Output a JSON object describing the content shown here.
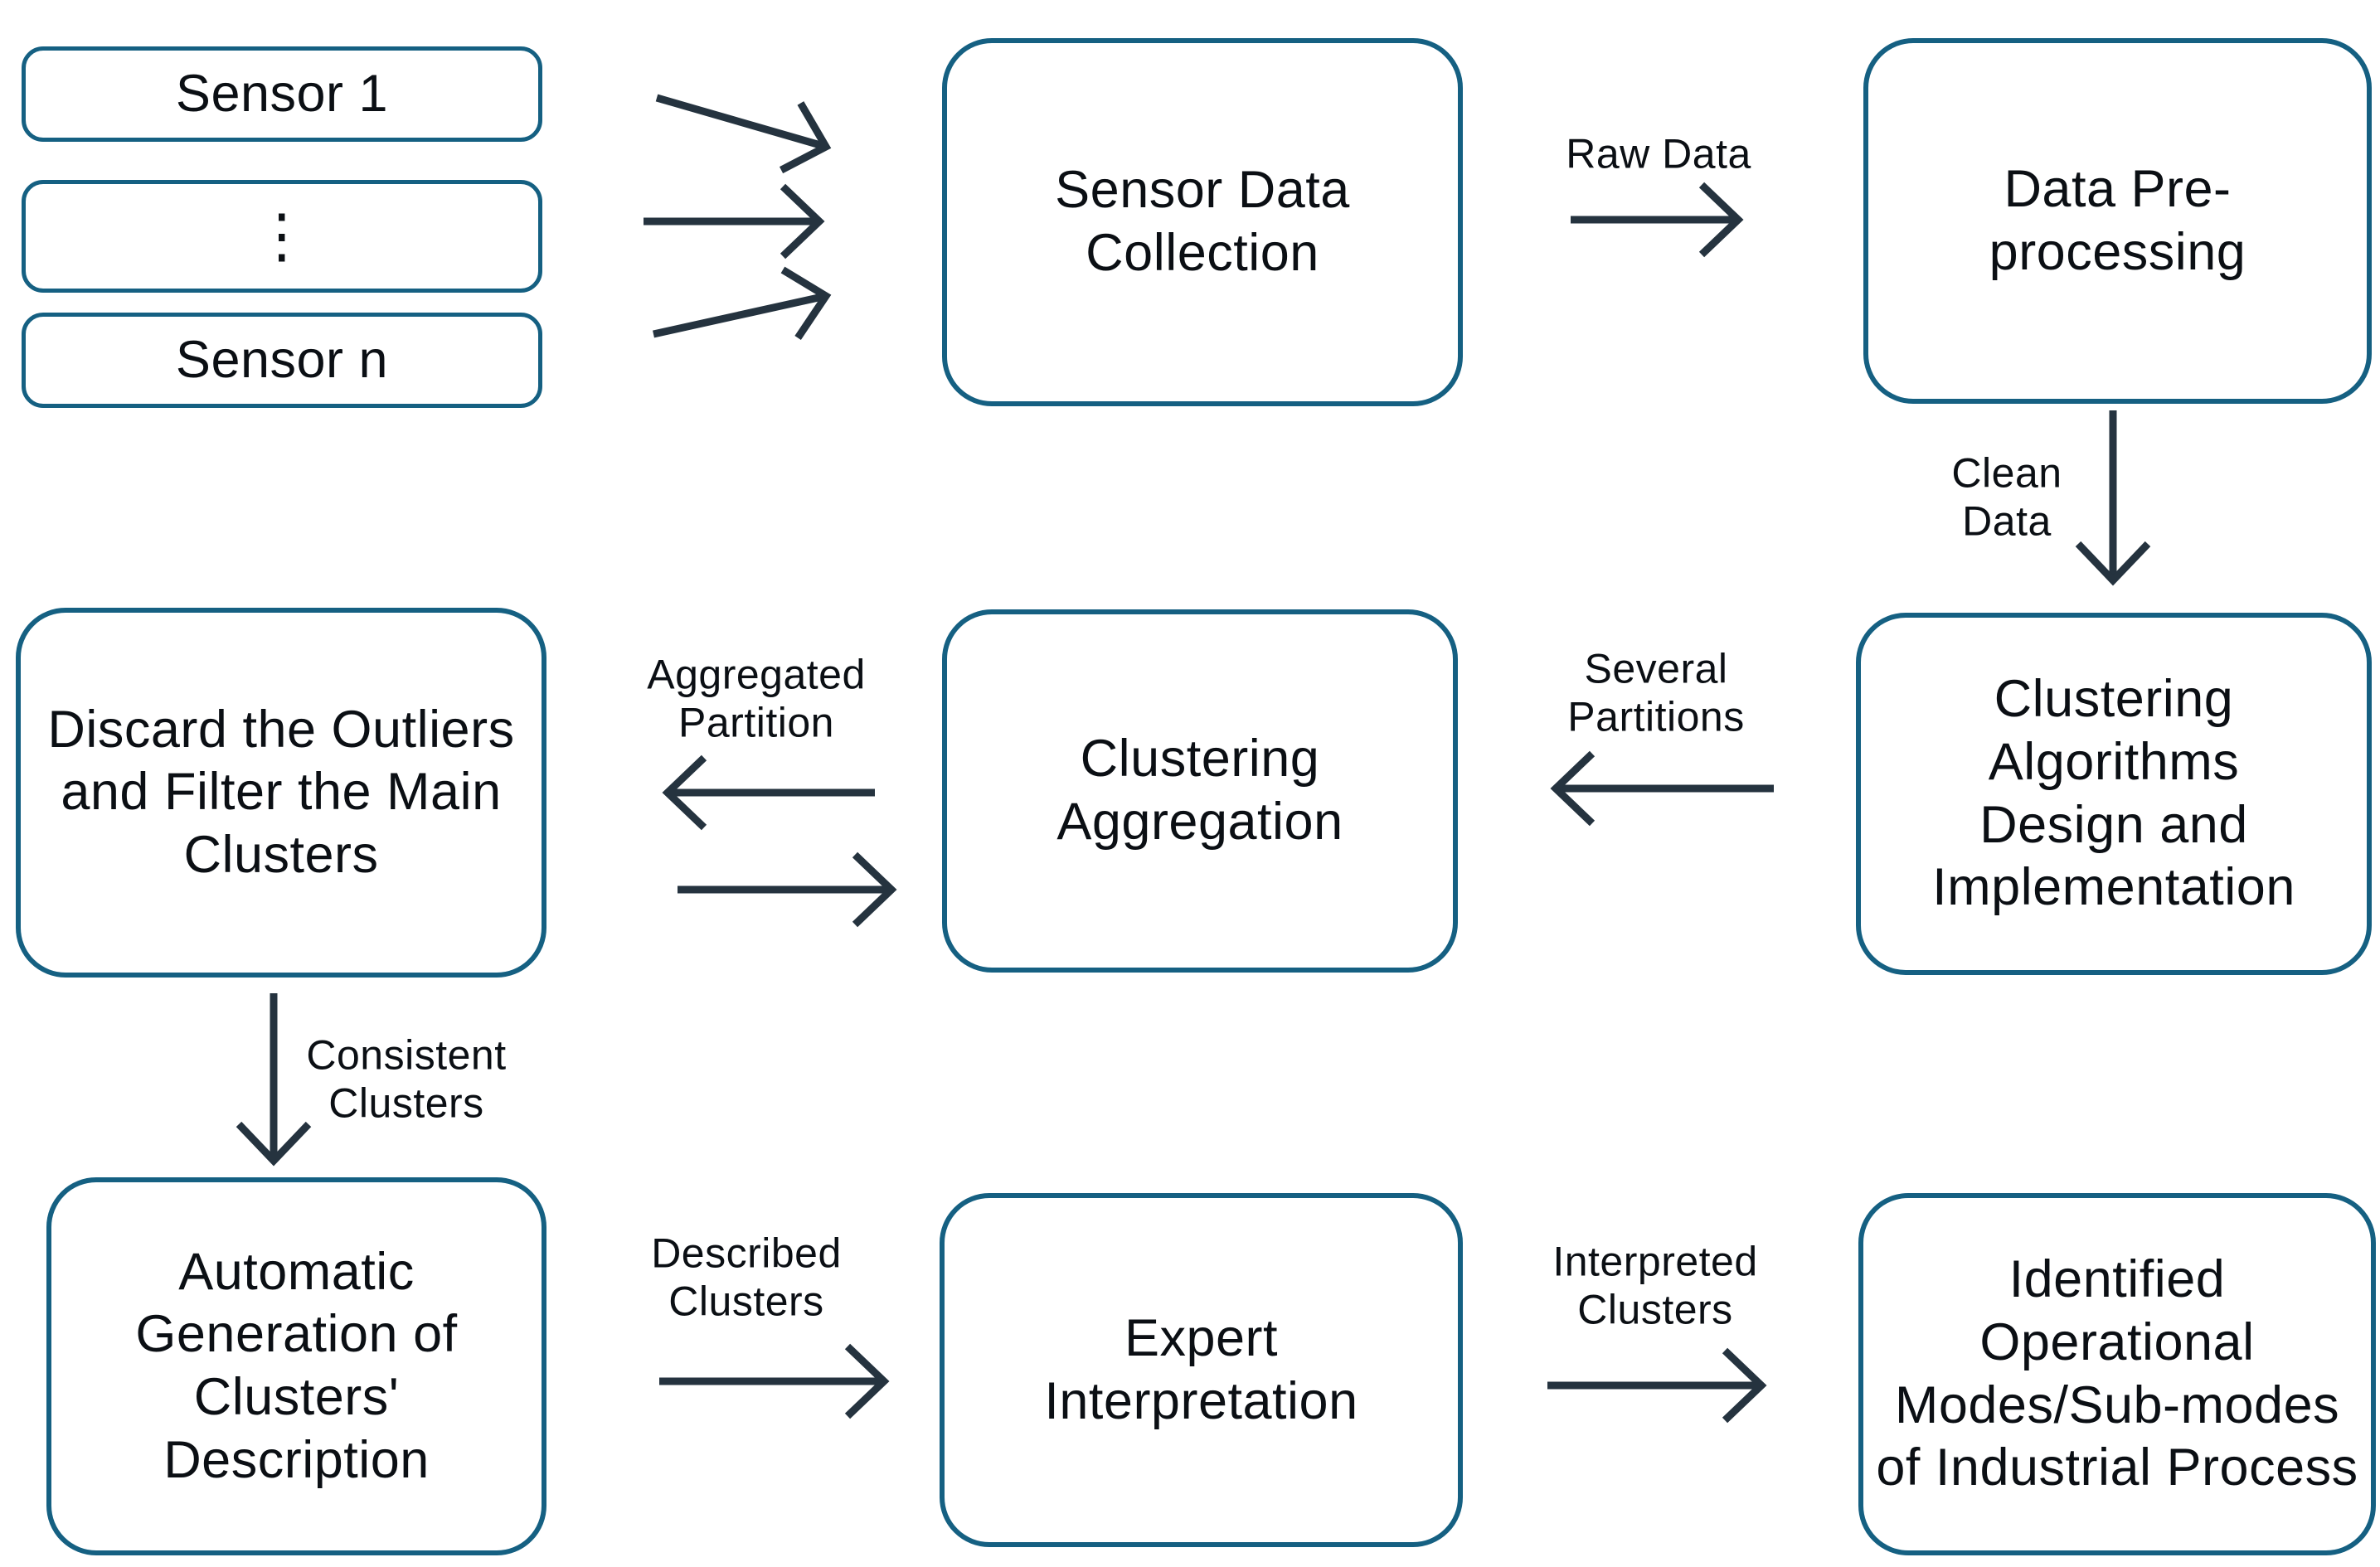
{
  "nodes": {
    "sensor_1": {
      "label": "Sensor 1"
    },
    "sensor_ellipsis": {
      "label": "⋮"
    },
    "sensor_n": {
      "label": "Sensor n"
    },
    "sensor_data_collection": {
      "label": "Sensor Data\nCollection"
    },
    "data_pre_processing": {
      "label": "Data Pre-processing"
    },
    "clustering_algorithms": {
      "label": "Clustering\nAlgorithms\nDesign and\nImplementation"
    },
    "clustering_aggregation": {
      "label": "Clustering\nAggregation"
    },
    "discard_outliers": {
      "label": "Discard the Outliers\nand Filter the Main\nClusters"
    },
    "automatic_generation": {
      "label": "Automatic\nGeneration of\nClusters' Description"
    },
    "expert_interpretation": {
      "label": "Expert\nInterpretation"
    },
    "identified_modes": {
      "label": "Identified\nOperational\nModes/Sub-modes\nof Industrial Process"
    }
  },
  "edge_labels": {
    "raw_data": "Raw Data",
    "clean_data": "Clean\nData",
    "several_partitions": "Several\nPartitions",
    "aggregated_partition": "Aggregated\nPartition",
    "consistent_clusters": "Consistent\nClusters",
    "described_clusters": "Described\nClusters",
    "interpreted_clusters": "Interpreted\nClusters"
  },
  "colors": {
    "box_border": "#156082",
    "arrow": "#25333f",
    "text": "#0b0f14",
    "background": "#ffffff"
  }
}
